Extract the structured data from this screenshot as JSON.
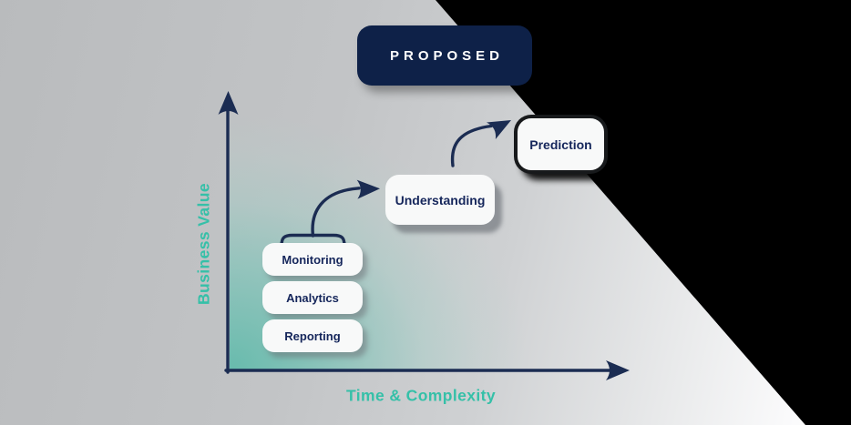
{
  "banner": {
    "label": "PROPOSED"
  },
  "axes": {
    "y_label": "Business Value",
    "x_label": "Time & Complexity"
  },
  "stack_boxes": [
    {
      "label": "Monitoring"
    },
    {
      "label": "Analytics"
    },
    {
      "label": "Reporting"
    }
  ],
  "flow_boxes": {
    "understanding": {
      "label": "Understanding"
    },
    "prediction": {
      "label": "Prediction"
    }
  },
  "icons": {
    "y_axis_arrow": "arrow-up",
    "x_axis_arrow": "arrow-right",
    "stack_bracket": "over-brace",
    "arrow_stack_to_understanding": "curved-arrow-right",
    "arrow_understanding_to_prediction": "curved-arrow-up-right"
  },
  "colors": {
    "banner_navy": "#0e2148",
    "line_navy": "#1b2c52",
    "label_teal": "#35c0a8",
    "node_text_navy": "#15265b",
    "node_background": "#f8f9f9",
    "teal_glow": "#63bbac",
    "backdrop_silver": "#c2c4c6",
    "outside_background": "#000000"
  }
}
